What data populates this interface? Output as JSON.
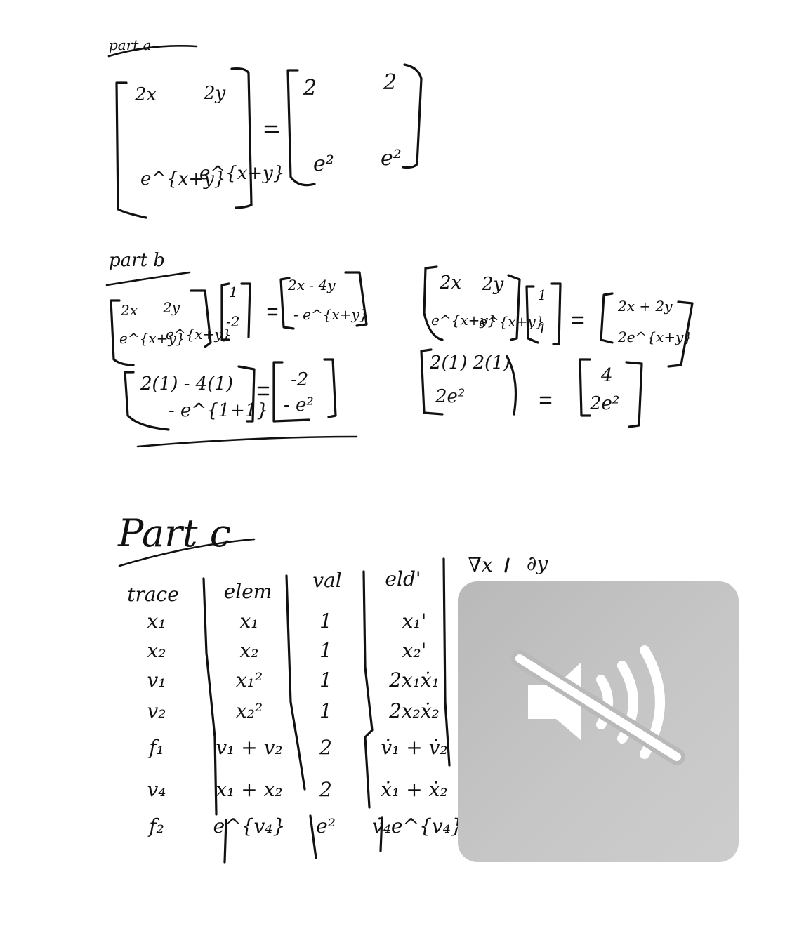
{
  "part_a": {
    "heading": "part a",
    "lhs": {
      "r1c1": "2x",
      "r1c2": "2y",
      "r2c1": "e^{x+y}",
      "r2c2": "e^{x+y}"
    },
    "equals": "=",
    "rhs": {
      "r1c1": "2",
      "r1c2": "2",
      "r2c1": "e²",
      "r2c2": "e²"
    }
  },
  "part_b": {
    "heading": "part b",
    "eq1": {
      "jacobian": {
        "r1c1": "2x",
        "r1c2": "2y",
        "r2c1": "e^{x+y}",
        "r2c2": "e^{x+y}"
      },
      "vector": [
        "1",
        "-2"
      ],
      "equals": "=",
      "result": [
        "2x - 4y",
        "- e^{x+y}"
      ]
    },
    "eq1_eval": {
      "lhs": [
        "2(1) - 4(1)",
        "- e^{1+1}"
      ],
      "equals": "=",
      "rhs": [
        "-2",
        "- e²"
      ]
    },
    "eq2": {
      "jacobian": {
        "r1c1": "2x",
        "r1c2": "2y",
        "r2c1": "e^{x+y}",
        "r2c2": "e^{x+y}"
      },
      "vector": [
        "1",
        "1"
      ],
      "equals": "=",
      "result": [
        "2x + 2y",
        "2e^{x+y}"
      ]
    },
    "eq2_eval": {
      "lhs": [
        "2(1) 2(1)",
        "2e²"
      ],
      "equals": "=",
      "rhs": [
        "4",
        "2e²"
      ]
    }
  },
  "part_c": {
    "heading": "Part c",
    "columns": [
      "trace",
      "elem",
      "val",
      "eld'",
      "∇x",
      "∂y"
    ],
    "rows": [
      {
        "trace": "x₁",
        "elem": "x₁",
        "val": "1",
        "deriv": "x₁'"
      },
      {
        "trace": "x₂",
        "elem": "x₂",
        "val": "1",
        "deriv": "x₂'"
      },
      {
        "trace": "v₁",
        "elem": "x₁²",
        "val": "1",
        "deriv": "2x₁ẋ₁"
      },
      {
        "trace": "v₂",
        "elem": "x₂²",
        "val": "1",
        "deriv": "2x₂ẋ₂"
      },
      {
        "trace": "f₁",
        "elem": "v₁ + v₂",
        "val": "2",
        "deriv": "v̇₁ + v̇₂"
      },
      {
        "trace": "v₄",
        "elem": "x₁ + x₂",
        "val": "2",
        "deriv": "ẋ₁ + ẋ₂"
      },
      {
        "trace": "f₂",
        "elem": "e^{v₄}",
        "val": "e²",
        "deriv": "v̇₄e^{v₄}"
      }
    ]
  },
  "overlay": {
    "icon": "speaker-muted-icon",
    "background": "#c2c2c2",
    "icon_color": "#ffffff"
  }
}
